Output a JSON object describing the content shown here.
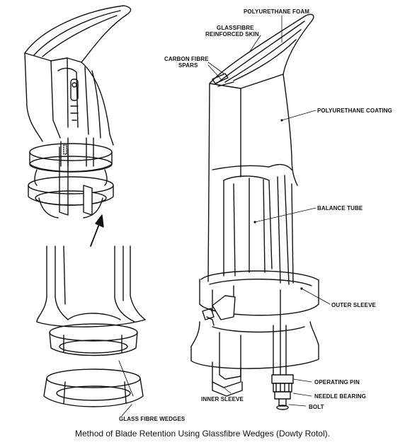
{
  "labels": {
    "polyurethane_foam": "POLYURETHANE FOAM",
    "glassfibre_line1": "GLASSFIBRE",
    "glassfibre_line2": "REINFORCED SKIN",
    "carbon_line1": "CARBON FIBRE",
    "carbon_line2": "SPARS",
    "polyurethane_coating": "POLYURETHANE COATING",
    "balance_tube": "BALANCE TUBE",
    "outer_sleeve": "OUTER SLEEVE",
    "operating_pin": "OPERATING PIN",
    "needle_bearing": "NEEDLE BEARING",
    "bolt": "BOLT",
    "inner_sleeve": "INNER SLEEVE",
    "glass_fibre_wedges": "GLASS FIBRE WEDGES"
  },
  "caption": "Method of Blade Retention Using Glassfibre Wedges (Dowty Rotol)."
}
